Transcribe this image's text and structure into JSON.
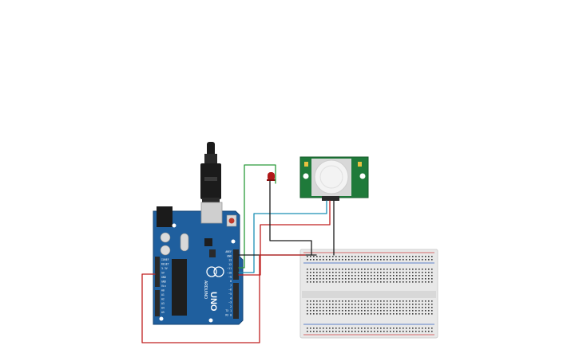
{
  "scene": {
    "background": "#ffffff",
    "colors": {
      "arduino_board": "#1f5f9e",
      "arduino_board_dark": "#174a7c",
      "header": "#2a2a2a",
      "chip": "#1e1e1e",
      "pir_board": "#1f7a3a",
      "pir_dome": "#f3f3f3",
      "breadboard": "#e6e6e6",
      "breadboard_hole": "#3a3a3a",
      "rail_red": "#d04040",
      "rail_blue": "#3060c0",
      "led_red": "#b01818",
      "usb_plug": "#1b1b1b",
      "usb_metal": "#c8c8c8",
      "wire_red": "#c02020",
      "wire_black": "#1a1a1a",
      "wire_green": "#2a9a3a",
      "wire_cyan": "#1a8fb5"
    }
  },
  "arduino": {
    "brand": "ARDUINO",
    "model": "UNO",
    "pin_labels_right": [
      "AREF",
      "GND",
      "13",
      "12",
      "~11",
      "~10",
      "~9",
      "8",
      "7",
      "~6",
      "~5",
      "4",
      "~3",
      "2",
      "TX 1",
      "RX 0"
    ],
    "pin_labels_left": [
      "IOREF",
      "RESET",
      "3.3V",
      "5V",
      "GND",
      "GND",
      "Vin",
      "A0",
      "A1",
      "A2",
      "A3",
      "A4",
      "A5"
    ]
  },
  "pir_sensor": {
    "icon": "pir-motion-sensor"
  },
  "led": {
    "icon": "red-led"
  },
  "breadboard": {
    "icon": "half-breadboard"
  }
}
